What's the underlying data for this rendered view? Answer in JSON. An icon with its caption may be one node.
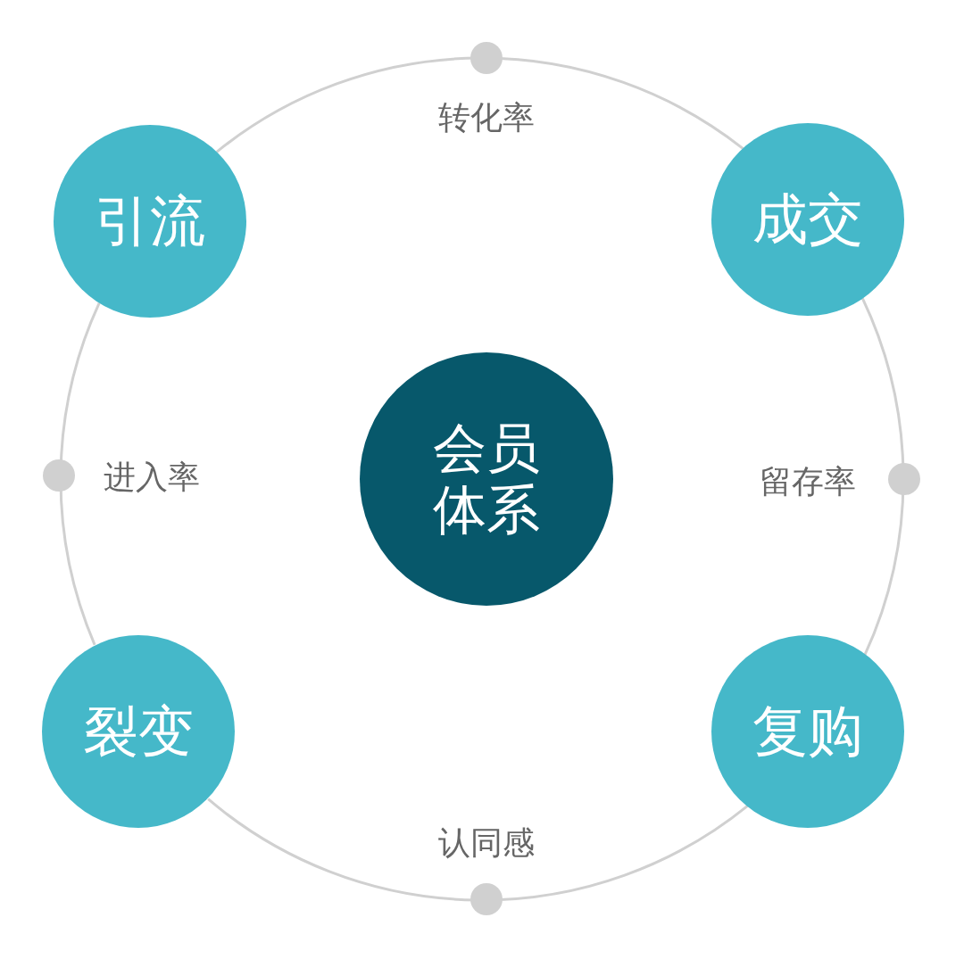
{
  "diagram": {
    "nodes": [
      {
        "text": [
          "引流"
        ]
      },
      {
        "text": [
          "成交"
        ]
      },
      {
        "text": [
          "会员体系"
        ]
      },
      {
        "text": [
          "裂变"
        ]
      },
      {
        "text": [
          "复购"
        ]
      }
    ],
    "edges": [
      {
        "from": 0,
        "to": 1,
        "arrow": "none",
        "label": "转化率"
      },
      {
        "from": 1,
        "to": 4,
        "arrow": "none",
        "label": "留存率"
      },
      {
        "from": 4,
        "to": 3,
        "arrow": "none",
        "label": "认同感"
      },
      {
        "from": 3,
        "to": 0,
        "arrow": "none",
        "label": "进入率"
      }
    ]
  }
}
